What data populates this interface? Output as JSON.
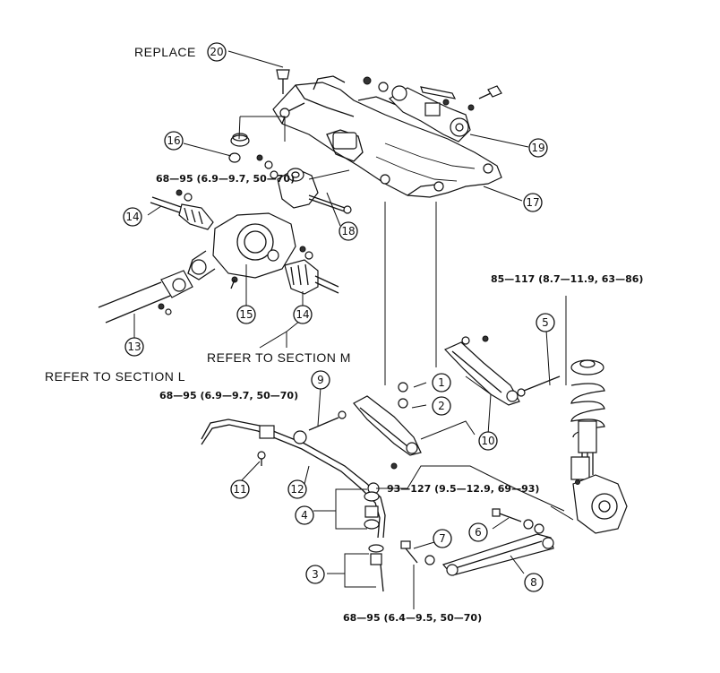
{
  "labels": {
    "replace": "REPLACE",
    "refer_section_l": "REFER TO SECTION L",
    "refer_section_m": "REFER TO SECTION M"
  },
  "torques": {
    "t_crossmember": "68—95 (6.9—9.7, 50—70)",
    "t_strut": "85—117 (8.7—11.9, 63—86)",
    "t_stabilizer": "68—95 (6.9—9.7, 50—70)",
    "t_link": "93—127 (9.5—12.9, 69—93)",
    "t_lateral": "68—95 (6.4—9.5, 50—70)"
  },
  "callouts": {
    "c1": "1",
    "c2": "2",
    "c3": "3",
    "c4": "4",
    "c5": "5",
    "c6": "6",
    "c7": "7",
    "c8": "8",
    "c9": "9",
    "c10": "10",
    "c11": "11",
    "c12": "12",
    "c13": "13",
    "c14a": "14",
    "c14b": "14",
    "c15": "15",
    "c16": "16",
    "c17": "17",
    "c18": "18",
    "c19": "19",
    "c20": "20"
  }
}
